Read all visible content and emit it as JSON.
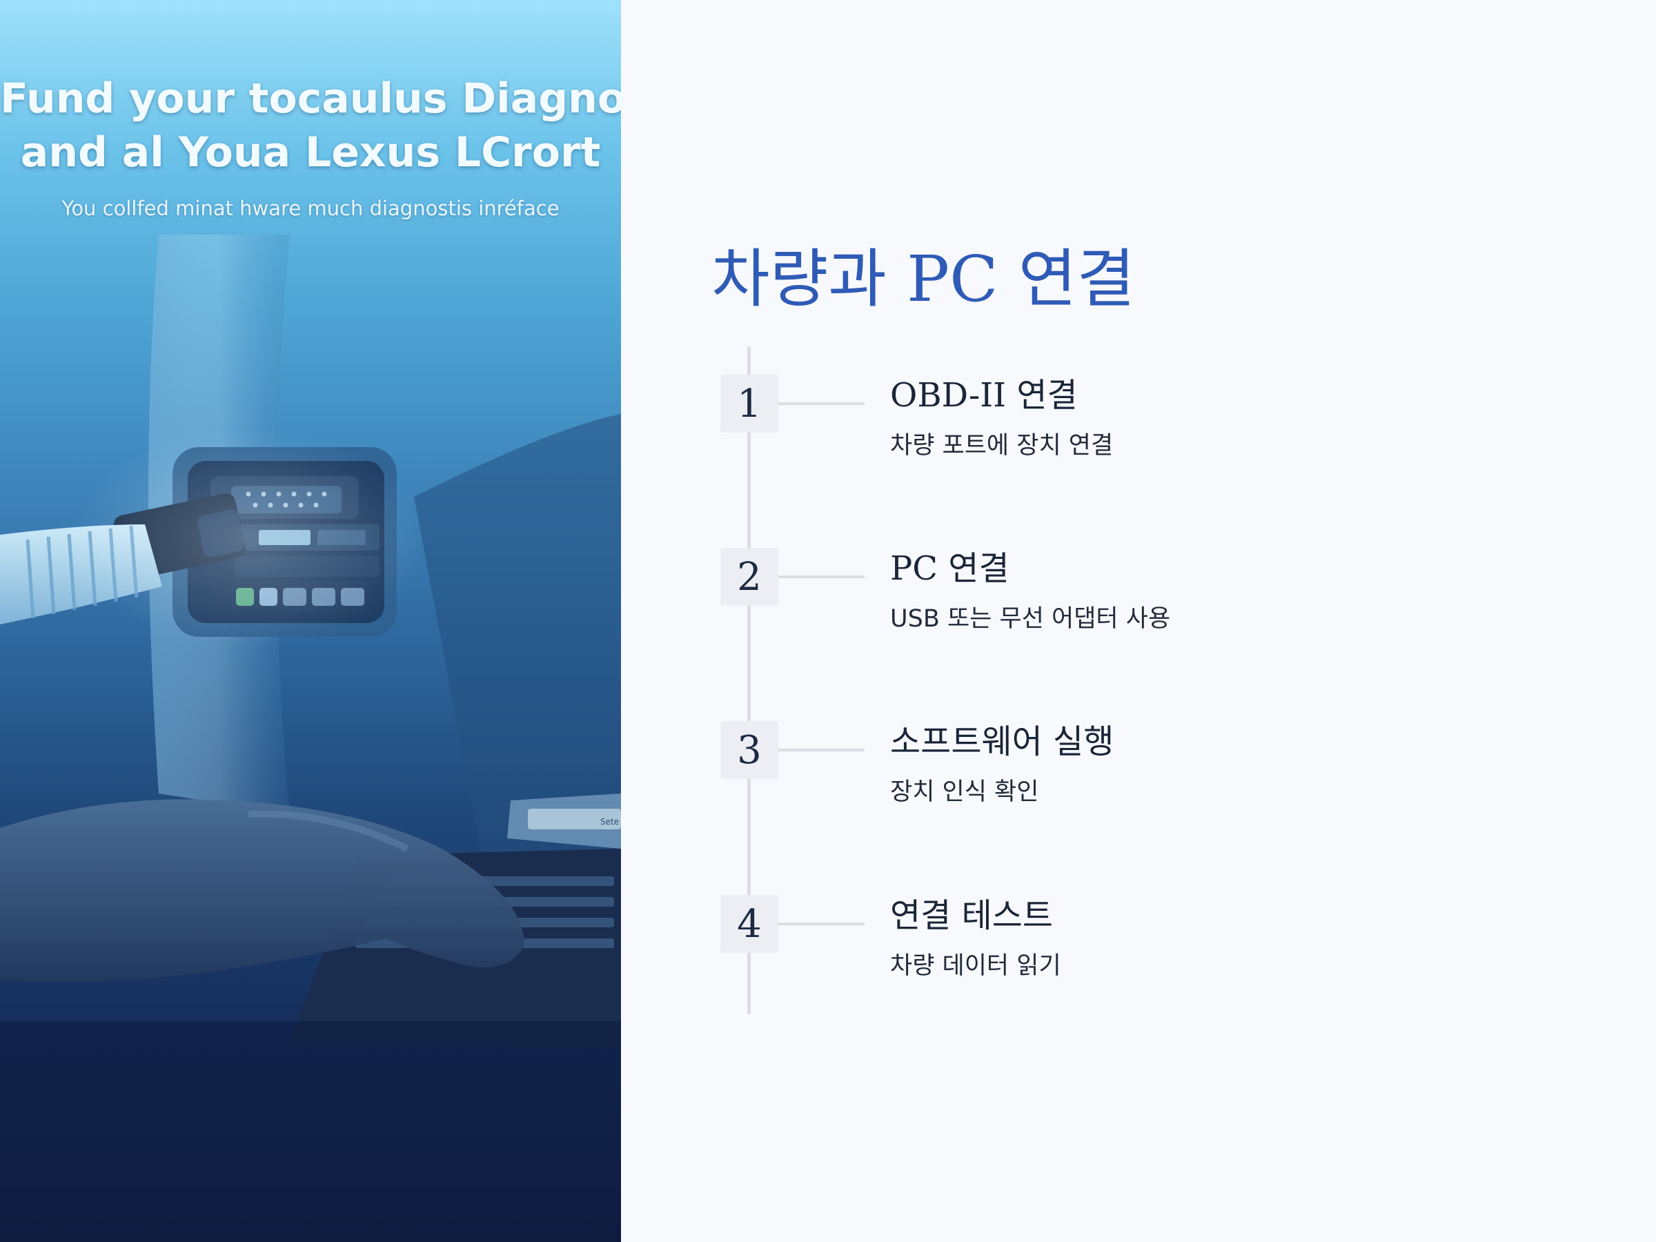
{
  "hero": {
    "title": "Fund your tocaulus Diagnostic\nand al Youa Lexus LCrort",
    "subtitle": "You collfed minat hware much diagnostis inréface",
    "screen_text": "Sete"
  },
  "main": {
    "title": "차량과 PC 연결",
    "steps": [
      {
        "number": "1",
        "title": "OBD-II 연결",
        "description": "차량 포트에 장치 연결"
      },
      {
        "number": "2",
        "title": "PC 연결",
        "description": "USB 또는 무선 어댑터 사용"
      },
      {
        "number": "3",
        "title": "소프트웨어 실행",
        "description": "장치 인식 확인"
      },
      {
        "number": "4",
        "title": "연결 테스트",
        "description": "차량 데이터 읽기"
      }
    ]
  },
  "colors": {
    "accent": "#2f5bb7",
    "text": "#1a2538",
    "timeline": "#d9dde5",
    "badge_bg": "#eceef3",
    "page_bg": "#f8f9fc"
  }
}
